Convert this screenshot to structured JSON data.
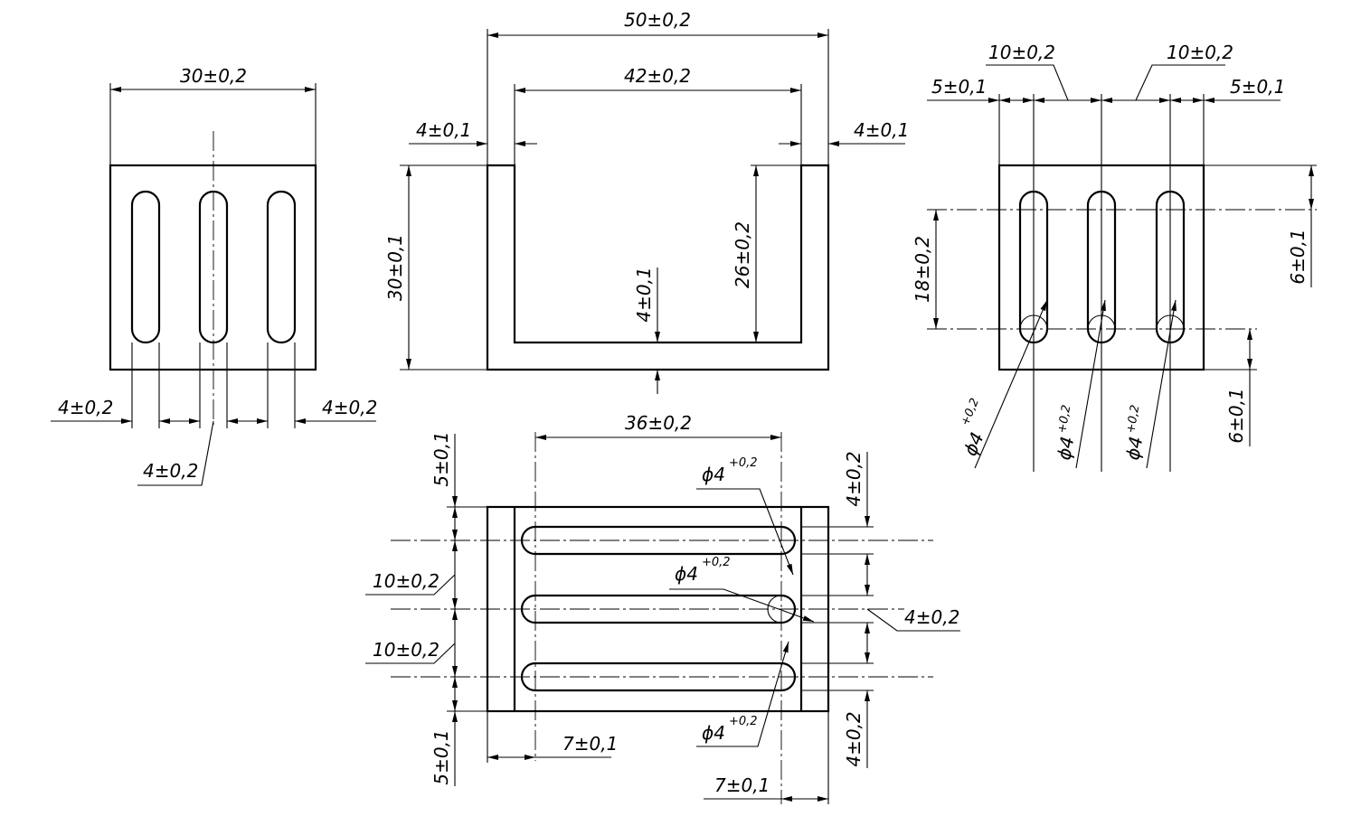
{
  "front_view": {
    "width_dim": "30±0,2",
    "slot_left_gap": "4±0,2",
    "slot_right_gap": "4±0,2",
    "slot_middle_width": "4±0,2"
  },
  "side_view": {
    "outer_width": "50±0,2",
    "inner_width": "42±0,2",
    "left_wall": "4±0,1",
    "right_wall": "4±0,1",
    "height": "30±0,1",
    "inner_height": "26±0,2",
    "base_thickness": "4±0,1"
  },
  "right_view": {
    "pitch_left": "10±0,2",
    "pitch_right": "10±0,2",
    "edge_left": "5±0,1",
    "edge_right": "5±0,1",
    "slot_length": "18±0,2",
    "top_offset": "6±0,1",
    "bottom_offset": "6±0,1",
    "hole_dia_1": "ϕ4",
    "hole_tol_1": "+0,2",
    "hole_dia_2": "ϕ4",
    "hole_tol_2": "+0,2",
    "hole_dia_3": "ϕ4",
    "hole_tol_3": "+0,2"
  },
  "top_view": {
    "slot_length": "36±0,2",
    "top_edge": "5±0,1",
    "bottom_edge": "5±0,1",
    "pitch_1": "10±0,2",
    "pitch_2": "10±0,2",
    "slot_width_top": "4±0,2",
    "slot_width_mid": "4±0,2",
    "slot_width_bottom": "4±0,2",
    "left_offset": "7±0,1",
    "right_offset": "7±0,1",
    "hole_dia_1": "ϕ4",
    "hole_tol_1": "+0,2",
    "hole_dia_2": "ϕ4",
    "hole_tol_2": "+0,2",
    "hole_dia_3": "ϕ4",
    "hole_tol_3": "+0,2"
  }
}
